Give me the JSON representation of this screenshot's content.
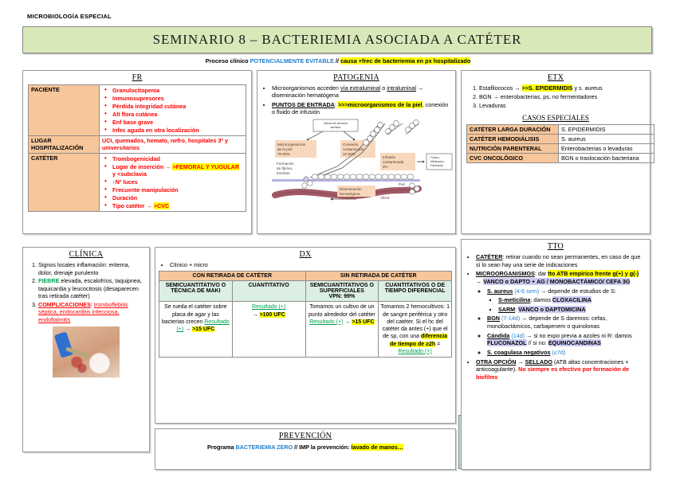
{
  "header": {
    "kicker": "MICROBIOLOGÍA ESPECIAL",
    "title": "SEMINARIO 8 – BACTERIEMIA ASOCIADA A CATÉTER",
    "subtitle_1": "Proceso clínico ",
    "subtitle_2": "POTENCIALMENTE EVITABLE",
    "subtitle_3": " // ",
    "subtitle_4": "causa +frec de bacteriemia en px hospitalizado"
  },
  "fr": {
    "title": "FR",
    "rows": [
      {
        "label": "PACIENTE",
        "items": [
          "Granulocitopenia",
          "Inmunosupresores",
          "Pérdida integridad cutánea",
          "Alt flora cutánea",
          "Enf base grave",
          "Infec aguda en otra localización"
        ]
      },
      {
        "label": "LUGAR HOSPITALIZACIÓN",
        "text": "UCI, quemados, hemato, nefro, hospitales 3º y universitarios"
      },
      {
        "label": "CATÉTER",
        "items_rich": [
          {
            "text": "Trombogenicidad"
          },
          {
            "pre": "Lugar de inserción → ",
            "hl": ">FEMORAL Y YUGULAR",
            "post": " y <subclavia"
          },
          {
            "text": "↑Nº luces"
          },
          {
            "text": "Frecuente manipulación"
          },
          {
            "text": "Duración"
          },
          {
            "pre": "Tipo catéter → ",
            "hl": ">CVC",
            "post": ""
          }
        ]
      }
    ]
  },
  "patogenia": {
    "title": "PATOGENIA",
    "bullet_1_a": "Microorganismos acceden ",
    "bullet_1_b": "vía extraluminal",
    "bullet_1_c": " o ",
    "bullet_1_d": "intraluminal",
    "bullet_1_e": " → diseminación hematógena",
    "bullet_2_a": "PUNTOS DE ENTRADA",
    "bullet_2_b": ": ",
    "bullet_2_c": ">>>microorganismos de la piel",
    "bullet_2_d": ", conexión o fluido de infusión",
    "diagram": {
      "hands": "Manos del personal sanitario",
      "skin": "Microorganismos de la piel 70-90%",
      "connection": "Conexión contaminada 10-50%",
      "infusion": "Infusión contaminada 3%",
      "fibrin": "Formación de fibrina, trombos",
      "hematogenous": "Diseminación hematógena",
      "skin_label": "Piel",
      "vein_label": "Vena",
      "side_box": "- Fluidos.\n- Medicación.\n- Fabricante."
    }
  },
  "etx": {
    "title": "ETX",
    "items": [
      {
        "pre": "Estafilococos → ",
        "hl": ">>S. EPIDERMIDIS",
        "post": " y s. aureus"
      },
      {
        "pre": "BGN → enterobacterias, ps, no fermentadores",
        "hl": "",
        "post": ""
      },
      {
        "pre": "Levaduras",
        "hl": "",
        "post": ""
      }
    ],
    "special_title": "CASOS ESPECIALES",
    "special_rows": [
      {
        "k": "CATÉTER LARGA DURACIÓN",
        "v": "S. EPIDERMIDIS"
      },
      {
        "k": "CATÉTER HEMODIÁLISIS",
        "v": "S. aureus"
      },
      {
        "k": "NUTRICIÓN PARENTERAL",
        "v": "Enterobacterias o levaduras"
      },
      {
        "k": "CVC ONCOLÓGICO",
        "v": "BGN o traslocación bacteriana"
      }
    ]
  },
  "clinica": {
    "title": "CLÍNICA",
    "item1": "Signos locales inflamación: eritema, dolor, drenaje purulento",
    "item2_a": "FIEBRE",
    "item2_b": " elevada, escalofríos, taquipnea, taquicardia y leucocitosis (desaparecen tras retirada catéter)",
    "item3_a": "COMPLICACIONES",
    "item3_b": ": ",
    "item3_c": "tromboflebitis séptica, endocarditis infecciosa, endoftalmitis"
  },
  "dx": {
    "title": "DX",
    "bullet": "Clínico + micro",
    "group_headers": [
      "CON RETIRADA DE CATÉTER",
      "SIN RETIRADA DE CATÉTER"
    ],
    "col_headers": [
      "SEMICUANTITATIVO O TÉCNICA DE MAKI",
      "CUANTITATIVO",
      "SEMICUANTITATIVOS O SUPERFICIALES\nVPN: 99%",
      "CUANTITATIVOS O DE TIEMPO DIFERENCIAL"
    ],
    "col_header_3_main": "SEMICUANTITATIVOS O SUPERFICIALES",
    "col_header_3_sub": "VPN: 99%",
    "cells": {
      "c1_text": "Se rueda el catéter sobre placa de agar y las bacterias crecen",
      "c1_res": "Resultado (+)",
      "c1_arrow": " → ",
      "c1_hl": ">15 UFC",
      "c2_res": "Resultado (+)",
      "c2_arrow": "→ ",
      "c2_hl": ">100 UFC",
      "c3_text": "Tomamos un cultivo de un punto alrededor del catéter ",
      "c3_res": "Resultado (+)",
      "c3_arrow": " → ",
      "c3_hl": ">15 UFC",
      "c4_text": "Tomamos 2 hemocultivos: 1 de sangre periférica y otro del catéter. Si el hc del catéter da antes (+) que el de sp, con una ",
      "c4_hl": "diferencia de tiempo de ≥2h",
      "c4_eq": " = ",
      "c4_res": "Resultado (+)"
    }
  },
  "prevencion": {
    "title": "PREVENCIÓN",
    "a": "Programa ",
    "b": "BACTERIEMIA ZERO",
    "c": " // IMP la prevención: ",
    "d": "lavado de manos…"
  },
  "tto": {
    "title": "TTO",
    "b1_lbl": "CATÉTER",
    "b1_txt": ": retirar cuando no sean permanentes, en caso de que sí lo sean hay una serie de indicaciones",
    "b2_lbl": "MICROORGANISMOS",
    "b2_a": ": dar ",
    "b2_hl": "tto ATB empírico frente g(+) y g(-)",
    "b2_arrow": " → ",
    "b2_purple": "VANCO o DAPTO + AG / MONOBACTÁMICO/ CEFA 3G",
    "s1_lbl": "S. aureus",
    "s1_dur": " (4-6 sem)",
    "s1_txt": " → depende de estudios de S:",
    "s1_a_lbl": "S-meticilina",
    "s1_a_txt": ": damos ",
    "s1_a_drug": "CLOXACILINA",
    "s1_b_lbl": "SARM",
    "s1_b_txt": ": ",
    "s1_b_drug": "VANCO o DAPTOMICINA",
    "s2_lbl": "BGN",
    "s2_dur": " (7-14d)",
    "s2_txt": " → depende de S daremos: cefas, monobactámicos, carbapenem o quinolonas",
    "s3_lbl": "Cándida",
    "s3_dur": " (14d)",
    "s3_txt": " → si no expo previa a azoles ni R: damos ",
    "s3_drug": "FLUCONAZOL",
    "s3_txt2": " // si no: ",
    "s3_drug2": "EQUINOCANDINAS",
    "s4_lbl": "S. coagulasa negativos",
    "s4_dur": " (≤7d)",
    "b3_lbl": "OTRA OPCIÓN",
    "b3_arrow": " → ",
    "b3_lbl2": "SELLADO",
    "b3_txt": " (ATB altas concentraciones + anticoagulante). ",
    "b3_red": "No siempre es efectivo por formación de biofilms"
  },
  "colors": {
    "title_bg": "#d9e8b8",
    "table_header_orange": "#f7c69a",
    "table_subheader_mint": "#dcefe4",
    "highlight_yellow": "#ffff00",
    "accent_blue": "#1f7fd0",
    "accent_red": "#ff0000",
    "accent_green": "#00a050",
    "purple_highlight": "#ccccf2"
  }
}
